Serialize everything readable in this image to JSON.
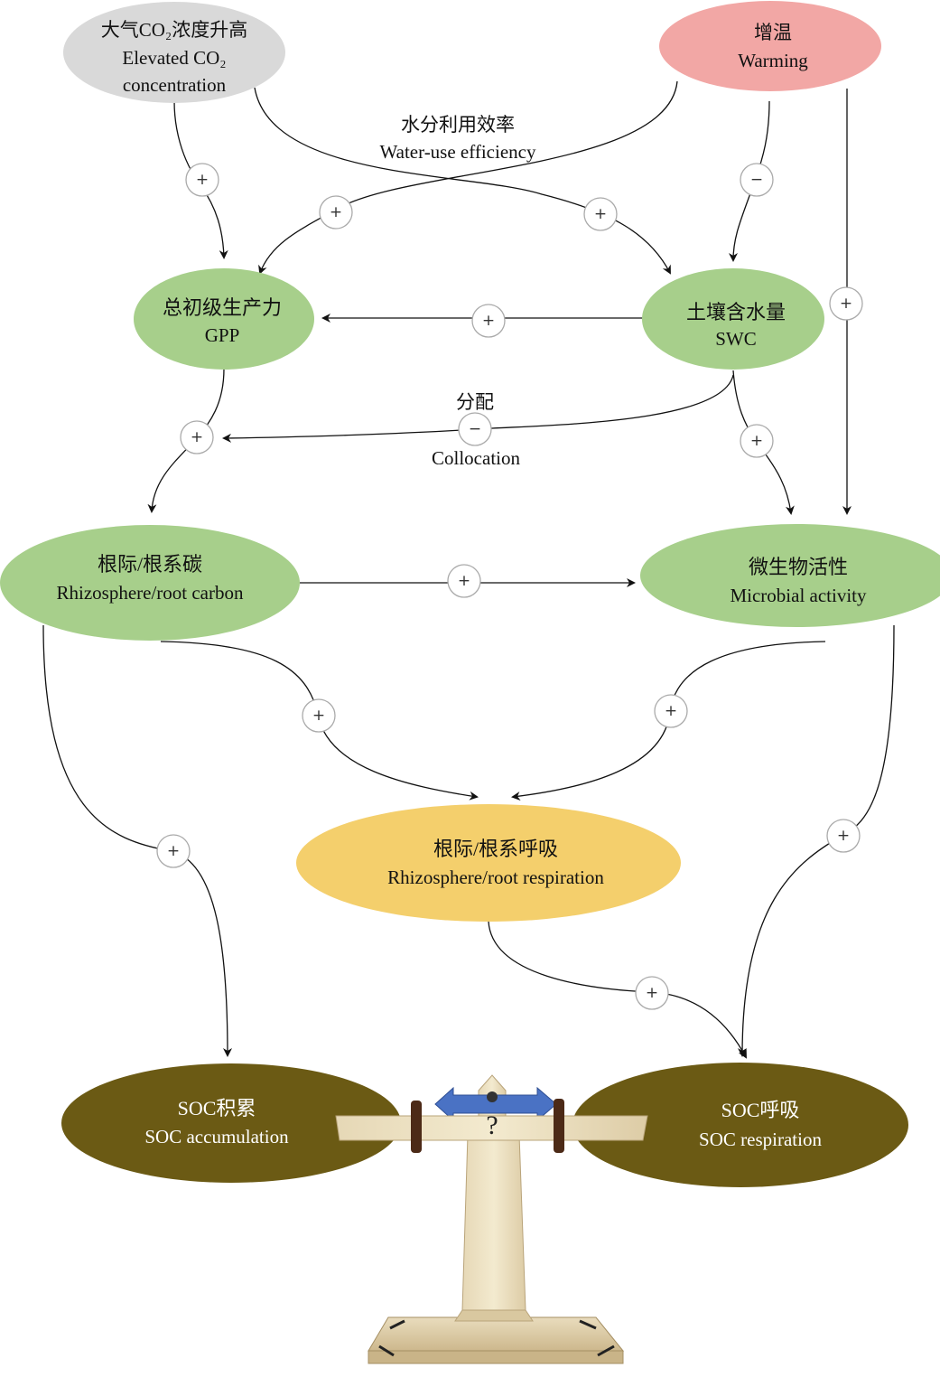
{
  "colors": {
    "grey_node": "#d9d9d9",
    "warm_node": "#f2a7a5",
    "green_node": "#a7cf8b",
    "yellow_node": "#f4cf6c",
    "brown_node": "#6b5a14",
    "arrow": "#111111",
    "balance_wood": "#efe4c8",
    "balance_arrow": "#4a72c4"
  },
  "nodes": {
    "co2": {
      "zh": "大气CO₂浓度升高",
      "en1": "Elevated CO₂",
      "en2": "concentration"
    },
    "warming": {
      "zh": "增温",
      "en": "Warming"
    },
    "gpp": {
      "zh": "总初级生产力",
      "en": "GPP"
    },
    "swc": {
      "zh": "土壤含水量",
      "en": "SWC"
    },
    "rhizo_carbon": {
      "zh": "根际/根系碳",
      "en": "Rhizosphere/root carbon"
    },
    "microbial": {
      "zh": "微生物活性",
      "en": "Microbial activity"
    },
    "rhizo_resp": {
      "zh": "根际/根系呼吸",
      "en": "Rhizosphere/root respiration"
    },
    "soc_acc": {
      "zh": "SOC积累",
      "en": "SOC accumulation"
    },
    "soc_resp": {
      "zh": "SOC呼吸",
      "en": "SOC respiration"
    }
  },
  "annotations": {
    "wue_zh": "水分利用效率",
    "wue_en": "Water-use efficiency",
    "alloc_zh": "分配",
    "alloc_en": "Collocation"
  },
  "signs": {
    "plus": "+",
    "minus": "−"
  },
  "balance": {
    "question": "?"
  }
}
